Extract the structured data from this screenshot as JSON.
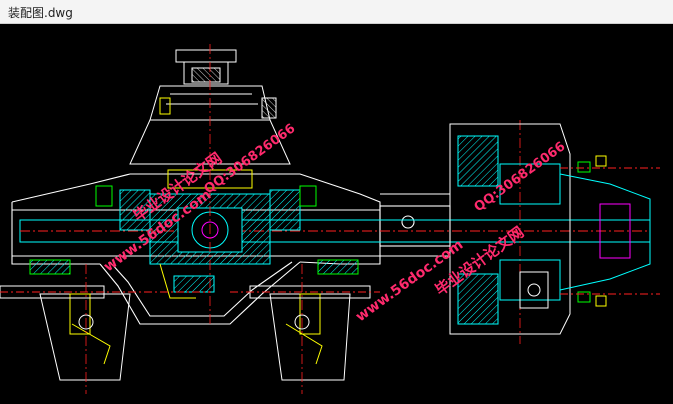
{
  "window": {
    "title": "装配图.dwg"
  },
  "watermarks": [
    {
      "text": "毕业设计论文网"
    },
    {
      "text": "www.56doc.com"
    },
    {
      "text": "QQ:306826066"
    },
    {
      "text": "QQ:306826066"
    },
    {
      "text": "www.56doc.com"
    },
    {
      "text": "毕业设计论文网"
    }
  ],
  "colors": {
    "background": "#000000",
    "outline": "#ffffff",
    "hatch": "#00ffff",
    "centerline": "#ff2020",
    "accent_green": "#00ff00",
    "accent_yellow": "#ffff00",
    "accent_magenta": "#ff00ff",
    "watermark": "#ff2a6d"
  }
}
